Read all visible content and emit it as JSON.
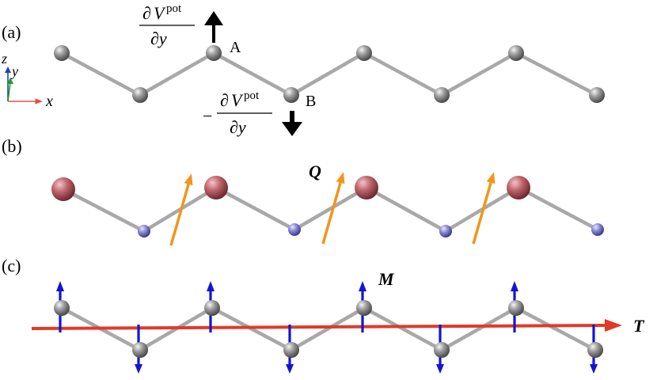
{
  "panels": {
    "a": {
      "label": "(a)"
    },
    "b": {
      "label": "(b)"
    },
    "c": {
      "label": "(c)"
    }
  },
  "axes": {
    "x": "x",
    "y": "y",
    "z": "z"
  },
  "panel_a": {
    "site_a": "A",
    "site_b": "B",
    "top_numerator_partial": "∂",
    "top_numerator_var": "V",
    "top_numerator_sup": "pot",
    "top_denominator": "∂y",
    "bottom_sign": "−",
    "bottom_numerator_partial": "∂",
    "bottom_numerator_var": "V",
    "bottom_numerator_sup": "pot",
    "bottom_denominator": "∂y"
  },
  "panel_b": {
    "vector_label": "Q"
  },
  "panel_c": {
    "magnet_label": "M",
    "toroidal_label": "T"
  },
  "colors": {
    "atom_gray": "#8a8a8a",
    "bond": "#a8a8a8",
    "atom_red": "#c0666e",
    "atom_blue": "#8a8ad6",
    "q_arrow": "#f0961e",
    "m_arrow": "#1414d2",
    "t_arrow": "#e03a2a",
    "axis_x": "#e05050",
    "axis_y": "#1aa01a",
    "axis_z": "#2040c0"
  }
}
